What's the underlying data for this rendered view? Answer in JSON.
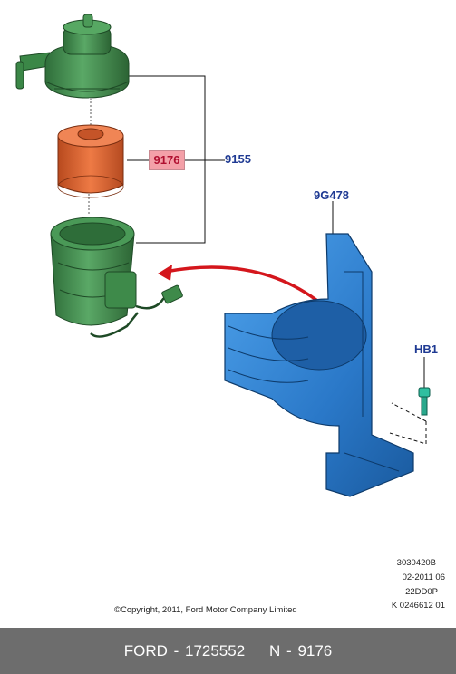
{
  "callouts": {
    "filter_element": "9176",
    "fuel_filter_assembly": "9155",
    "bracket": "9G478",
    "bolt": "HB1"
  },
  "meta": {
    "line1": "3030420B",
    "line2": "02-2011 06",
    "line3": "22DD0P",
    "line4": "K 0246612 01"
  },
  "copyright": "©Copyright, 2011, Ford Motor Company Limited",
  "footer": "FORD - 1725552    N - 9176",
  "colors": {
    "housing_green": "#3e8a4a",
    "filter_orange": "#d9632f",
    "bracket_blue": "#2c7fd0",
    "arrow_red": "#d4161c",
    "callout_blue": "#1f3a93",
    "highlight_pink": "#f4a0a8",
    "footer_gray": "#6d6d6d"
  }
}
